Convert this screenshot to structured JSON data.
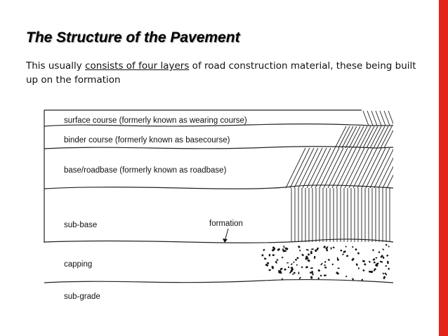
{
  "slide": {
    "title": "The Structure of the Pavement",
    "intro_prefix": "This usually ",
    "intro_link": "consists of four layers",
    "intro_suffix": " of road construction material, these being built up on the formation",
    "accent_color": "#e3241b"
  },
  "diagram": {
    "layers": [
      {
        "id": "surface",
        "label": "surface course (formerly known as wearing course)"
      },
      {
        "id": "binder",
        "label": "binder course (formerly known as basecourse)"
      },
      {
        "id": "base",
        "label": "base/roadbase (formerly known as roadbase)"
      },
      {
        "id": "subbase",
        "label": "sub-base"
      },
      {
        "id": "capping",
        "label": "capping"
      },
      {
        "id": "subgrade",
        "label": "sub-grade"
      }
    ],
    "formation_label": "formation"
  }
}
